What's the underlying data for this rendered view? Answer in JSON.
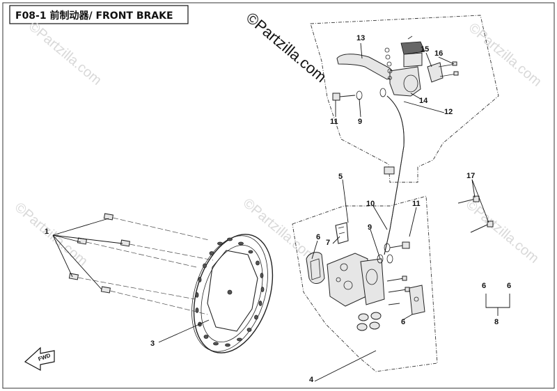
{
  "title": "F08-1 前制动器/ FRONT BRAKE",
  "watermarks": {
    "main": "©Partzilla.com",
    "repeat": "©Partzilla.com"
  },
  "fwd_label": "FWD",
  "callouts": {
    "c1": "1",
    "c3": "3",
    "c4": "4",
    "c5": "5",
    "c6a": "6",
    "c6b": "6",
    "c6c": "6",
    "c6d": "6",
    "c7": "7",
    "c8": "8",
    "c9a": "9",
    "c9b": "9",
    "c10": "10",
    "c11a": "11",
    "c11b": "11",
    "c12": "12",
    "c13": "13",
    "c14": "14",
    "c15": "15",
    "c16": "16",
    "c17": "17"
  }
}
